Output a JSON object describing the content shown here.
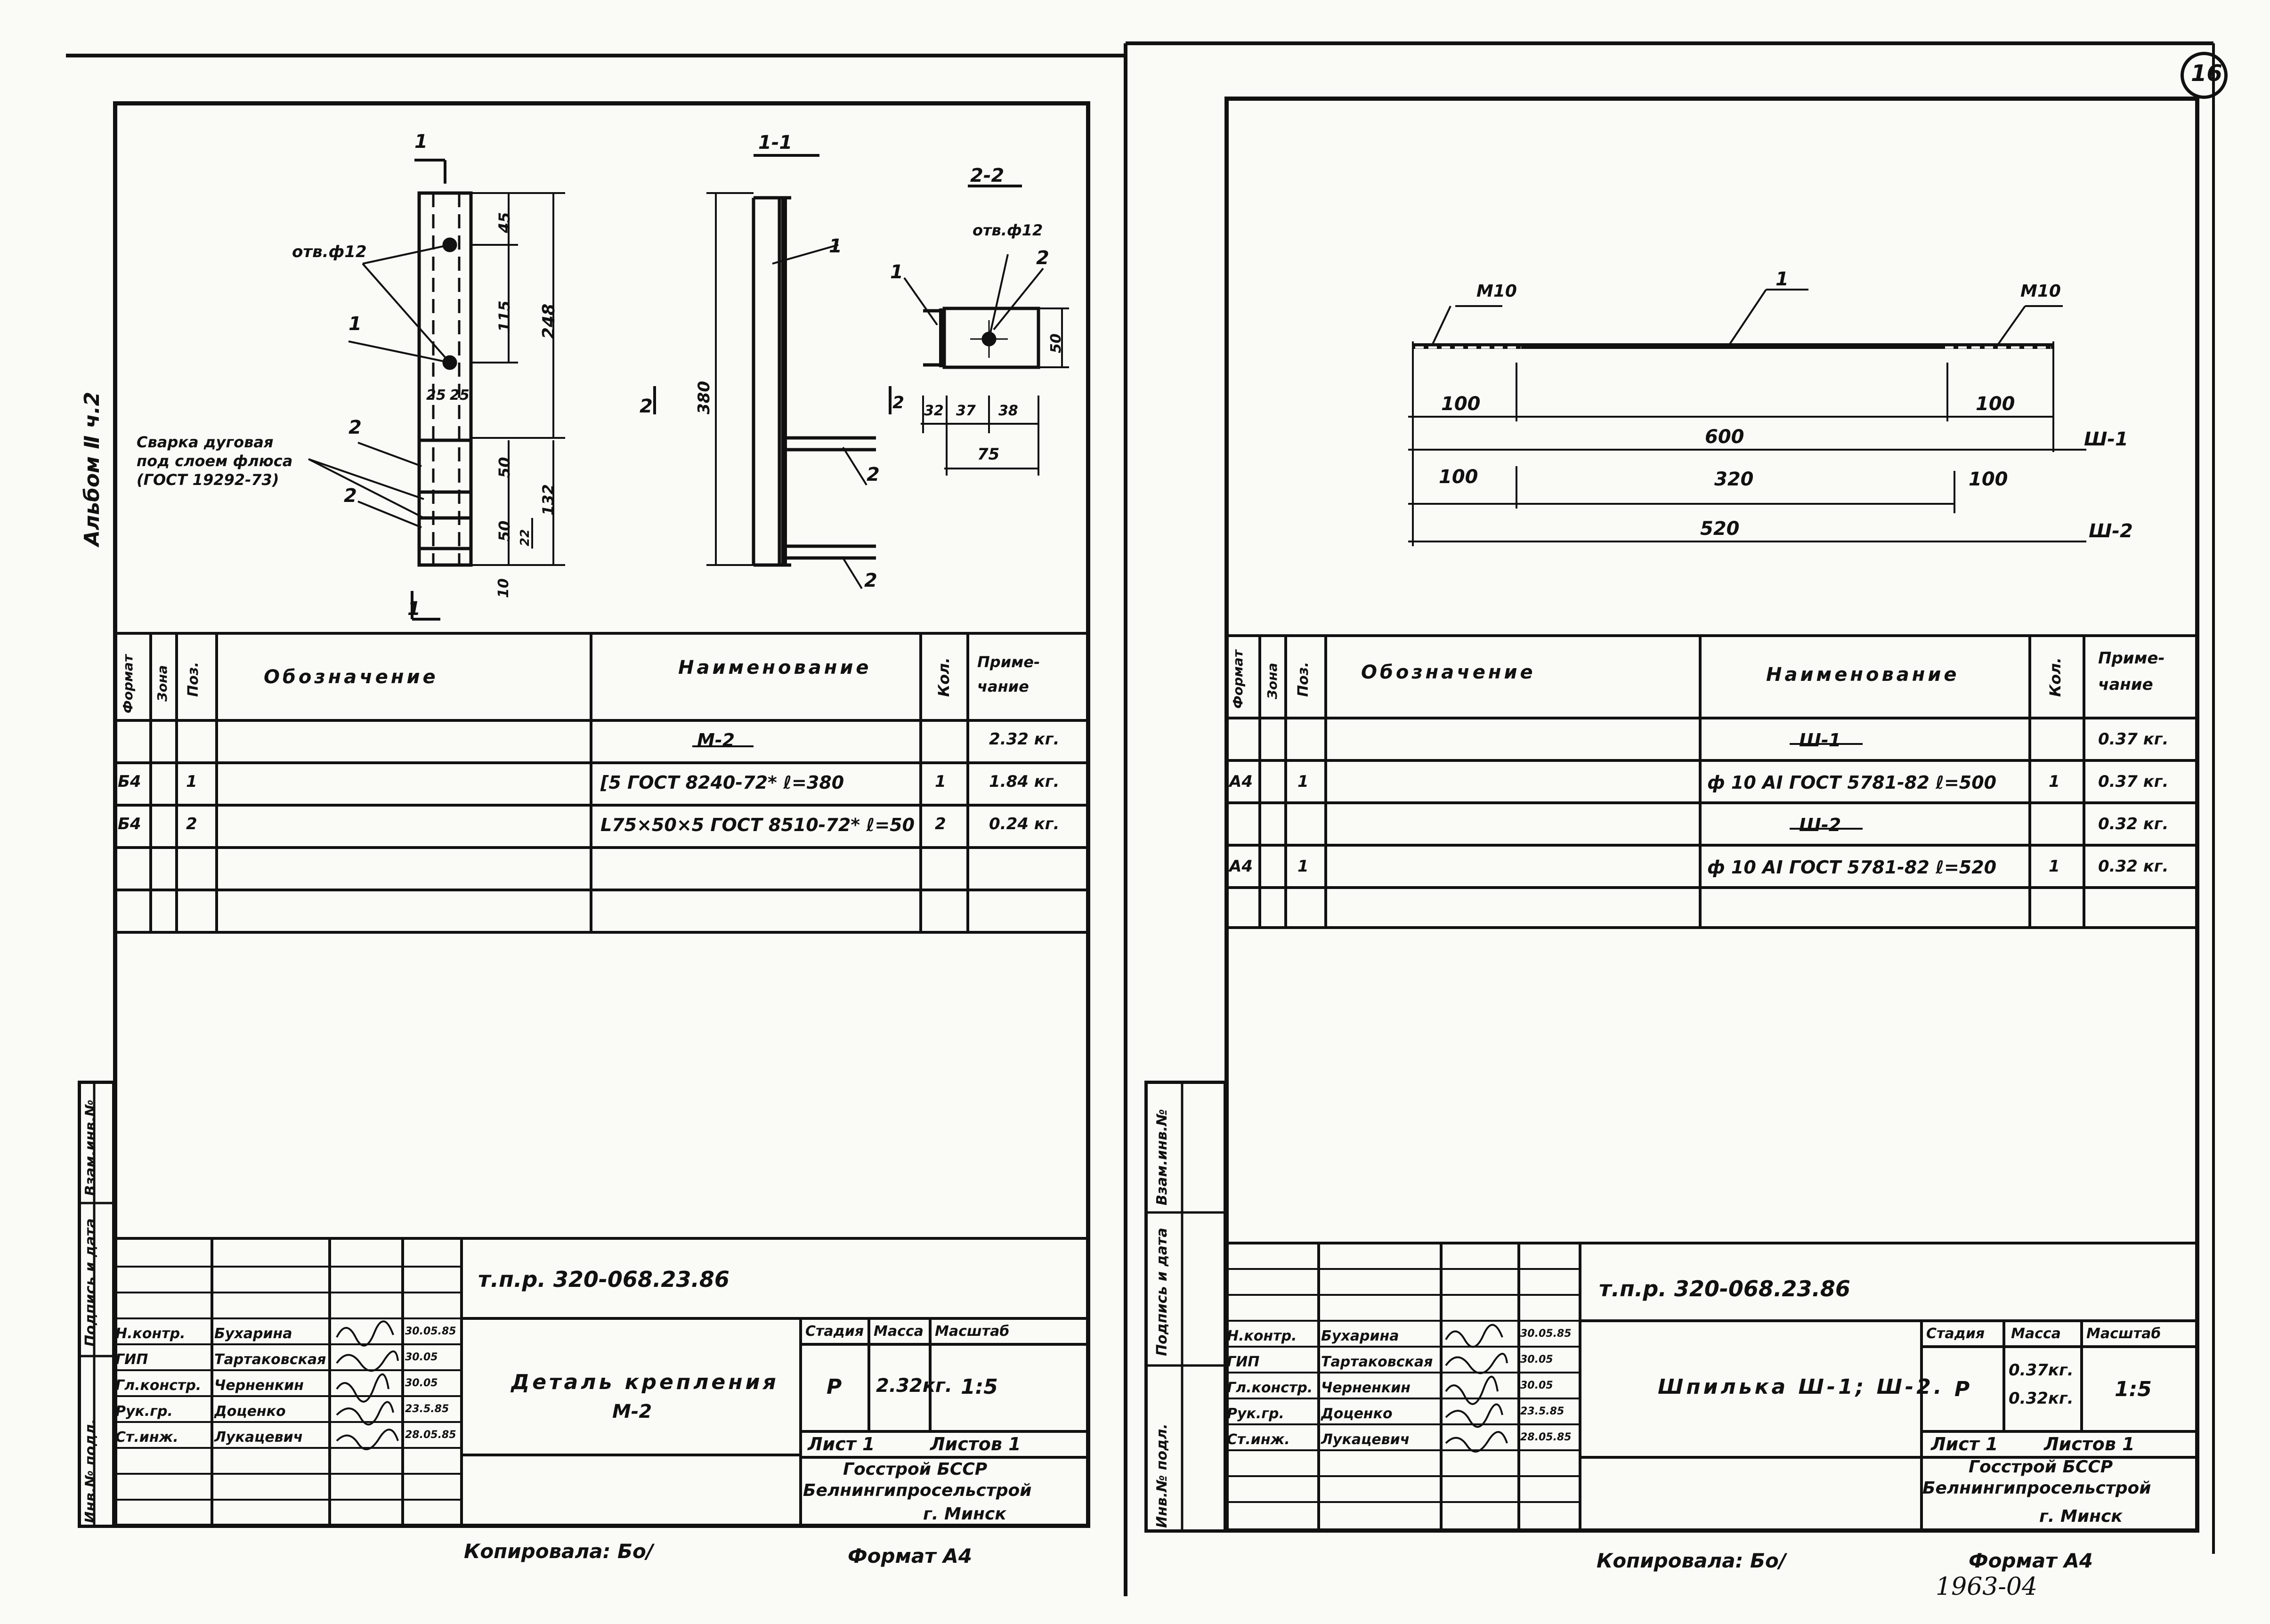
{
  "album_label": "Альбом Ⅱ ч.2",
  "page_number": "16",
  "left": {
    "drawing": {
      "sec_1_marker": "1",
      "sec_1_marker_bottom": "1",
      "section_1_1_title": "1-1",
      "section_2_2_title": "2-2",
      "hole_label_left": "отв.ф12",
      "hole_label_right": "отв.ф12",
      "weld_note": [
        "Сварка дуговая",
        "под слоем флюса",
        "(ГОСТ 19292-73)"
      ],
      "pos1": "1",
      "pos2": "2",
      "sec_2_marker": "2",
      "dims": {
        "d45": "45",
        "d115": "115",
        "d248": "248",
        "d25a": "25",
        "d25b": "25",
        "d50a": "50",
        "d132": "132",
        "d50b": "50",
        "d22": "22",
        "d10": "10",
        "d380": "380",
        "d32": "32",
        "d37": "37",
        "d38": "38",
        "d75": "75",
        "d50c": "50"
      }
    },
    "spec": {
      "headers": {
        "format": "Формат",
        "zone": "Зона",
        "pos": "Поз.",
        "designation": "Обозначение",
        "name": "Наименование",
        "qty": "Кол.",
        "note": "Приме-чание"
      },
      "rows": [
        {
          "format": "",
          "zone": "",
          "pos": "",
          "designation": "",
          "name": "М-2",
          "qty": "",
          "note": "2.32 кг."
        },
        {
          "format": "Б4",
          "zone": "",
          "pos": "1",
          "designation": "",
          "name": "[5 ГОСТ 8240-72* ℓ=380",
          "qty": "1",
          "note": "1.84 кг."
        },
        {
          "format": "Б4",
          "zone": "",
          "pos": "2",
          "designation": "",
          "name": "L75×50×5 ГОСТ 8510-72* ℓ=50",
          "qty": "2",
          "note": "0.24 кг."
        }
      ]
    },
    "side_labels": {
      "inv": "Инв.№ подл.",
      "sign": "Подпись и дата",
      "vzam": "Взам.инв.№"
    },
    "title_block": {
      "code": "т.п.р. 320-068.23.86",
      "roles": [
        "Н.контр.",
        "ГИП",
        "Гл.констр.",
        "Рук.гр.",
        "Ст.инж."
      ],
      "names": [
        "Бухарина",
        "Тартаковская",
        "Черненкин",
        "Доценко",
        "Лукацевич"
      ],
      "dates": [
        "30.05.85",
        "30.05",
        "30.05",
        "23.5.85",
        "28.05.85"
      ],
      "doc_title": "Деталь крепления",
      "doc_sub": "М-2",
      "stage_h": "Стадия",
      "mass_h": "Масса",
      "scale_h": "Масштаб",
      "stage": "Р",
      "mass": "2.32кг.",
      "scale": "1:5",
      "sheet": "Лист 1",
      "sheets": "Листов 1",
      "org1": "Госстрой БССР",
      "org2": "Белнингипросельстрой",
      "org3": "г. Минск"
    },
    "copied": "Копировала: Бо/",
    "format": "Формат А4"
  },
  "right": {
    "drawing": {
      "m10_left": "М10",
      "m10_right": "М10",
      "pos1": "1",
      "d100a": "100",
      "d100b": "100",
      "d600": "600",
      "d100c": "100",
      "d320": "320",
      "d100d": "100",
      "d520": "520",
      "sh1": "Ш-1",
      "sh2": "Ш-2"
    },
    "spec": {
      "headers": {
        "format": "Формат",
        "zone": "Зона",
        "pos": "Поз.",
        "designation": "Обозначение",
        "name": "Наименование",
        "qty": "Кол.",
        "note": "Приме-чание"
      },
      "rows": [
        {
          "format": "",
          "zone": "",
          "pos": "",
          "designation": "",
          "name": "Ш-1",
          "qty": "",
          "note": "0.37 кг."
        },
        {
          "format": "А4",
          "zone": "",
          "pos": "1",
          "designation": "",
          "name": "ф 10 АⅠ ГОСТ 5781-82 ℓ=500",
          "qty": "1",
          "note": "0.37 кг."
        },
        {
          "format": "",
          "zone": "",
          "pos": "",
          "designation": "",
          "name": "Ш-2",
          "qty": "",
          "note": "0.32 кг."
        },
        {
          "format": "А4",
          "zone": "",
          "pos": "1",
          "designation": "",
          "name": "ф 10 АⅠ ГОСТ 5781-82 ℓ=520",
          "qty": "1",
          "note": "0.32 кг."
        }
      ]
    },
    "side_labels": {
      "inv": "Инв.№ подл.",
      "sign": "Подпись и дата",
      "vzam": "Взам.инв.№"
    },
    "title_block": {
      "code": "т.п.р. 320-068.23.86",
      "roles": [
        "Н.контр.",
        "ГИП",
        "Гл.констр.",
        "Рук.гр.",
        "Ст.инж."
      ],
      "names": [
        "Бухарина",
        "Тартаковская",
        "Черненкин",
        "Доценко",
        "Лукацевич"
      ],
      "dates": [
        "30.05.85",
        "30.05",
        "30.05",
        "23.5.85",
        "28.05.85"
      ],
      "doc_title": "Шпилька Ш-1; Ш-2.",
      "stage_h": "Стадия",
      "mass_h": "Масса",
      "scale_h": "Масштаб",
      "stage": "Р",
      "mass1": "0.37кг.",
      "mass2": "0.32кг.",
      "scale": "1:5",
      "sheet": "Лист 1",
      "sheets": "Листов 1",
      "org1": "Госстрой БССР",
      "org2": "Белнингипросельстрой",
      "org3": "г. Минск"
    },
    "copied": "Копировала: Бо/",
    "format": "Формат А4",
    "inventory": "1963-04"
  }
}
